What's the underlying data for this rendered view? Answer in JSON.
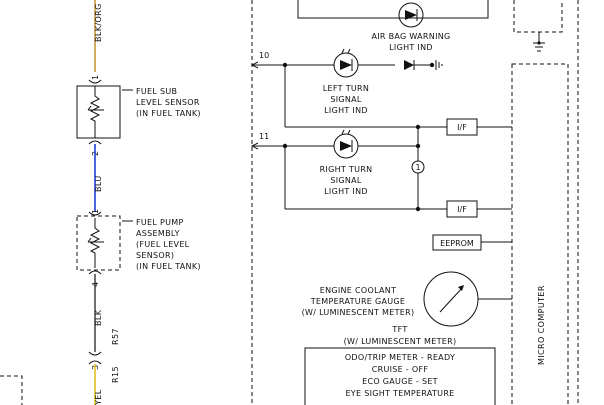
{
  "wire_colors": {
    "blk_org": "#c9973a",
    "blu": "#1f3fd6",
    "blk": "#111111",
    "yel": "#e0c020"
  },
  "wires": {
    "blk_org": "BLK/ORG",
    "blu": "BLU",
    "blk": "BLK",
    "yel": "YEL"
  },
  "connectors": {
    "r57": "R57",
    "r15": "R15"
  },
  "pins": {
    "sub_top": "1",
    "sub_bottom": "2",
    "pump_top": "1",
    "pump_bottom": "4",
    "r15_pin": "3",
    "left_turn": "10",
    "right_turn": "11"
  },
  "components": {
    "fuel_sub_sensor": [
      "FUEL SUB",
      "LEVEL SENSOR",
      "(IN FUEL TANK)"
    ],
    "fuel_pump": [
      "FUEL PUMP",
      "ASSEMBLY",
      "(FUEL LEVEL",
      "SENSOR)",
      "(IN FUEL TANK)"
    ],
    "air_bag_light": [
      "AIR BAG WARNING",
      "LIGHT IND"
    ],
    "left_turn_light": [
      "LEFT TURN",
      "SIGNAL",
      "LIGHT IND"
    ],
    "right_turn_light": [
      "RIGHT TURN",
      "SIGNAL",
      "LIGHT IND"
    ],
    "coolant_gauge": [
      "ENGINE COOLANT",
      "TEMPERATURE GAUGE",
      "(W/ LUMINESCENT METER)"
    ],
    "tft": [
      "TFT",
      "(W/ LUMINESCENT METER)"
    ],
    "tft_items": [
      "ODO/TRIP METER - READY",
      "CRUISE - OFF",
      "ECO GAUGE - SET",
      "EYE SIGHT TEMPERATURE"
    ],
    "micro_computer": "MICRO COMPUTER",
    "if_top": "I/F",
    "if_bottom": "I/F",
    "eeprom": "EEPROM",
    "circle_ref": "1"
  }
}
